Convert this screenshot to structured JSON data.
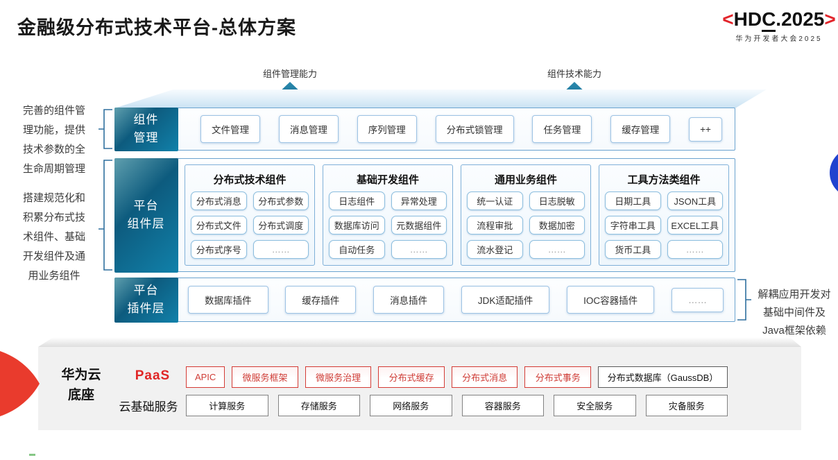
{
  "page": {
    "title": "金融级分布式技术平台-总体方案"
  },
  "logo": {
    "bracket_left": "<",
    "main_pre": "HD",
    "main_underlined": "C",
    "main_post": ".2025",
    "bracket_right": ">",
    "subtitle": "华为开发者大会2025"
  },
  "arrows": [
    {
      "label": "组件管理能力"
    },
    {
      "label": "组件技术能力"
    }
  ],
  "left_notes": {
    "note1": [
      "完善的组件管",
      "理功能，提供",
      "技术参数的全",
      "生命周期管理"
    ],
    "note2": [
      "搭建规范化和",
      "积累分布式技",
      "术组件、基础",
      "开发组件及通",
      "用业务组件"
    ]
  },
  "right_note": {
    "lines": [
      "解耦应用开发对",
      "基础中间件及",
      "Java框架依赖"
    ]
  },
  "rows": {
    "management": {
      "label_lines": [
        "组件",
        "管理"
      ],
      "items": [
        "文件管理",
        "消息管理",
        "序列管理",
        "分布式锁管理",
        "任务管理",
        "缓存管理",
        "++"
      ]
    },
    "component_layer": {
      "label_lines": [
        "平台",
        "组件层"
      ],
      "groups": [
        {
          "title": "分布式技术组件",
          "items": [
            "分布式消息",
            "分布式参数",
            "分布式文件",
            "分布式调度",
            "分布式序号",
            "……"
          ]
        },
        {
          "title": "基础开发组件",
          "items": [
            "日志组件",
            "异常处理",
            "数据库访问",
            "元数据组件",
            "自动任务",
            "……"
          ]
        },
        {
          "title": "通用业务组件",
          "items": [
            "统一认证",
            "日志脱敏",
            "流程审批",
            "数据加密",
            "流水登记",
            "……"
          ]
        },
        {
          "title": "工具方法类组件",
          "items": [
            "日期工具",
            "JSON工具",
            "字符串工具",
            "EXCEL工具",
            "货币工具",
            "……"
          ]
        }
      ]
    },
    "plugin_layer": {
      "label_lines": [
        "平台",
        "插件层"
      ],
      "items": [
        "数据库插件",
        "缓存插件",
        "消息插件",
        "JDK适配插件",
        "IOC容器插件",
        "……"
      ]
    }
  },
  "foundation": {
    "label_lines": [
      "华为云",
      "底座"
    ],
    "paas": {
      "label": "PaaS",
      "items": [
        "APIC",
        "微服务框架",
        "微服务治理",
        "分布式缓存",
        "分布式消息",
        "分布式事务"
      ],
      "db_item": "分布式数据库（GaussDB）"
    },
    "iaas": {
      "label": "云基础服务",
      "items": [
        "计算服务",
        "存储服务",
        "网络服务",
        "容器服务",
        "安全服务",
        "灾备服务"
      ]
    }
  },
  "colors": {
    "teal": "#0f6f96",
    "blue_border": "#6ba3cf",
    "logo_red": "#e2252b",
    "chip_red": "#d43b35",
    "panel_gray": "#f1f1f1",
    "wedge_red": "#e93b2d",
    "circle_blue": "#2143cf"
  }
}
